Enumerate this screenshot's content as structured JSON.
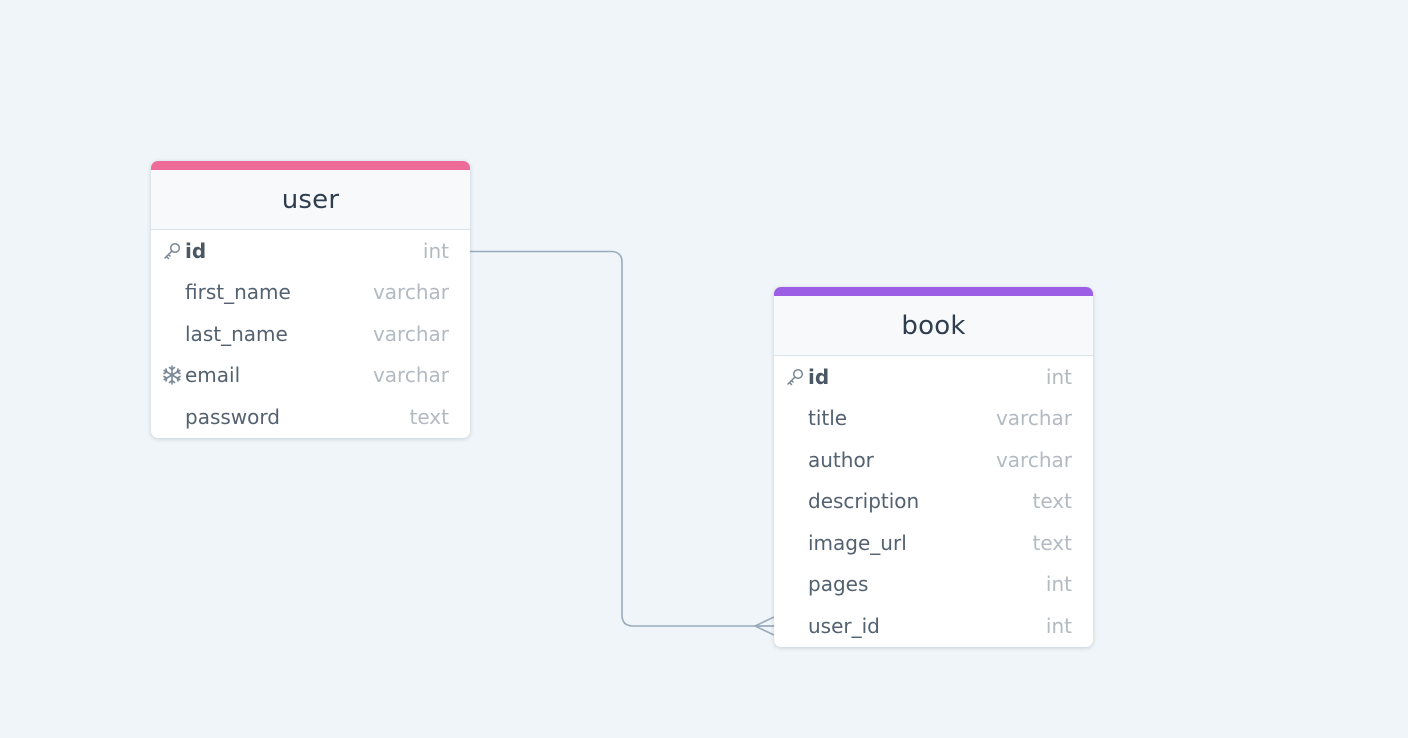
{
  "colors": {
    "background": "#eff5f8",
    "user_accent": "#ef6b97",
    "book_accent": "#9b5ee5",
    "connector": "#9aabbd"
  },
  "tables": [
    {
      "name": "user",
      "accent": "#ef6b97",
      "columns": [
        {
          "name": "id",
          "type": "int",
          "icon": "primary-key-icon"
        },
        {
          "name": "first_name",
          "type": "varchar",
          "icon": ""
        },
        {
          "name": "last_name",
          "type": "varchar",
          "icon": ""
        },
        {
          "name": "email",
          "type": "varchar",
          "icon": "unique-snowflake-icon"
        },
        {
          "name": "password",
          "type": "text",
          "icon": ""
        }
      ]
    },
    {
      "name": "book",
      "accent": "#9b5ee5",
      "columns": [
        {
          "name": "id",
          "type": "int",
          "icon": "primary-key-icon"
        },
        {
          "name": "title",
          "type": "varchar",
          "icon": ""
        },
        {
          "name": "author",
          "type": "varchar",
          "icon": ""
        },
        {
          "name": "description",
          "type": "text",
          "icon": ""
        },
        {
          "name": "image_url",
          "type": "text",
          "icon": ""
        },
        {
          "name": "pages",
          "type": "int",
          "icon": ""
        },
        {
          "name": "user_id",
          "type": "int",
          "icon": ""
        }
      ]
    }
  ],
  "relations": [
    {
      "from": "user.id",
      "to": "book.user_id",
      "from_cardinality": "one",
      "to_cardinality": "many"
    }
  ]
}
